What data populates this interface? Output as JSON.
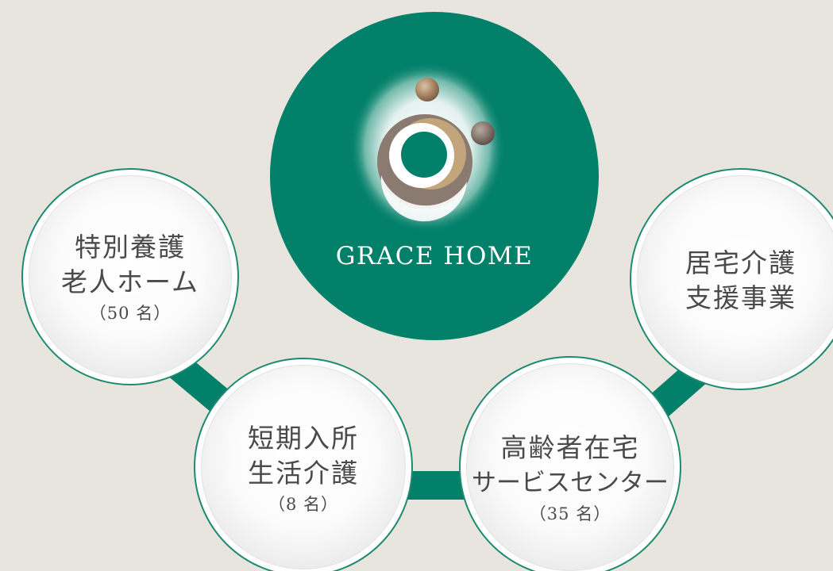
{
  "hub": {
    "brand": "GRACE HOME",
    "logo_icon": "grace-home-logo-icon",
    "color": "#028069"
  },
  "colors": {
    "background": "#e8e5df",
    "connector": "#028069",
    "bubble_border": "#1f8a72",
    "text": "#4a4a4a"
  },
  "services": {
    "nursing_home": {
      "line1": "特別養護",
      "line2": "老人ホーム",
      "capacity": "（50 名）"
    },
    "short_stay": {
      "line1": "短期入所",
      "line2": "生活介護",
      "capacity": "（8 名）"
    },
    "elderly_center": {
      "line1": "高齢者在宅",
      "line2": "サービスセンター",
      "capacity": "（35 名）"
    },
    "care_support": {
      "line1": "居宅介護",
      "line2": "支援事業"
    }
  }
}
